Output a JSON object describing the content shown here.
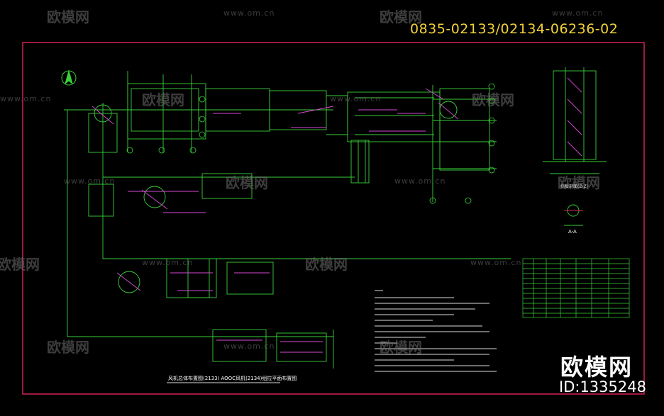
{
  "drawing": {
    "code": "0835-02133/02134-06236-02",
    "plan_title": "风机总体布置图(2133) AOOC风机(2134)组拉平面布置图",
    "section_title": "挡板剖面(Z-Z)",
    "detail_title": "A-A"
  },
  "watermark": {
    "logo": "欧模网",
    "url": "www.om.cn"
  },
  "brand": {
    "name": "欧模网",
    "id": "ID:1335248"
  },
  "colors": {
    "background": "#000000",
    "frame": "#e0245a",
    "lines": "#3ad13a",
    "dimensions": "#d64ad6",
    "text": "#ffffff",
    "code": "#f2d23a"
  }
}
